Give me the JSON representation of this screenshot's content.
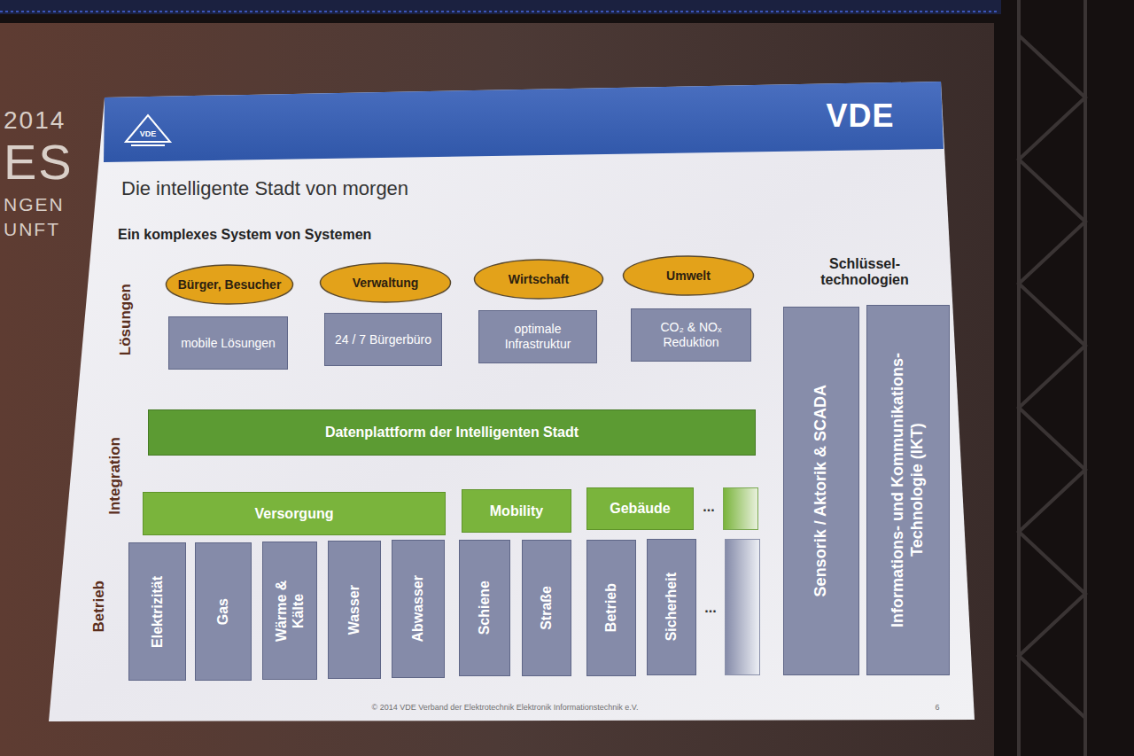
{
  "diagram": {
    "title": "Die intelligente Stadt von morgen",
    "nodes": [
      {
        "text": [
          "Bürger, Besucher"
        ]
      },
      {
        "text": [
          "Verwaltung"
        ]
      },
      {
        "text": [
          "Wirtschaft"
        ]
      },
      {
        "text": [
          "Umwelt"
        ]
      },
      {
        "text": [
          "mobile Lösungen"
        ]
      },
      {
        "text": [
          "24 / 7 Bürgerbüro"
        ]
      },
      {
        "text": [
          "optimale Infrastruktur"
        ]
      },
      {
        "text": [
          "CO₂ & NOₓ Reduktion"
        ]
      },
      {
        "text": [
          "Datenplattform der Intelligenten Stadt"
        ]
      },
      {
        "text": [
          "Versorgung"
        ]
      },
      {
        "text": [
          "Mobility"
        ]
      },
      {
        "text": [
          "Gebäude"
        ]
      },
      {
        "text": [
          "Elektrizität"
        ]
      },
      {
        "text": [
          "Gas"
        ]
      },
      {
        "text": [
          "Wärme & Kälte"
        ]
      },
      {
        "text": [
          "Wasser"
        ]
      },
      {
        "text": [
          "Abwasser"
        ]
      },
      {
        "text": [
          "Schiene"
        ]
      },
      {
        "text": [
          "Straße"
        ]
      },
      {
        "text": [
          "Betrieb"
        ]
      },
      {
        "text": [
          "Sicherheit"
        ]
      },
      {
        "text": [
          "Sensorik / Aktorik & SCADA"
        ]
      },
      {
        "text": [
          "Informations- und Kommunikations- Technologie (IKT)"
        ]
      }
    ],
    "labels": [
      "2014",
      "ES",
      "NGEN",
      "UNFT",
      "VDE",
      "VDE",
      "Ein komplexes System von Systemen",
      "Lösungen",
      "Integration",
      "Betrieb",
      "...",
      "...",
      "Schlüssel- technologien",
      "© 2014 VDE Verband der Elektrotechnik Elektronik Informationstechnik e.V.",
      "6"
    ]
  }
}
